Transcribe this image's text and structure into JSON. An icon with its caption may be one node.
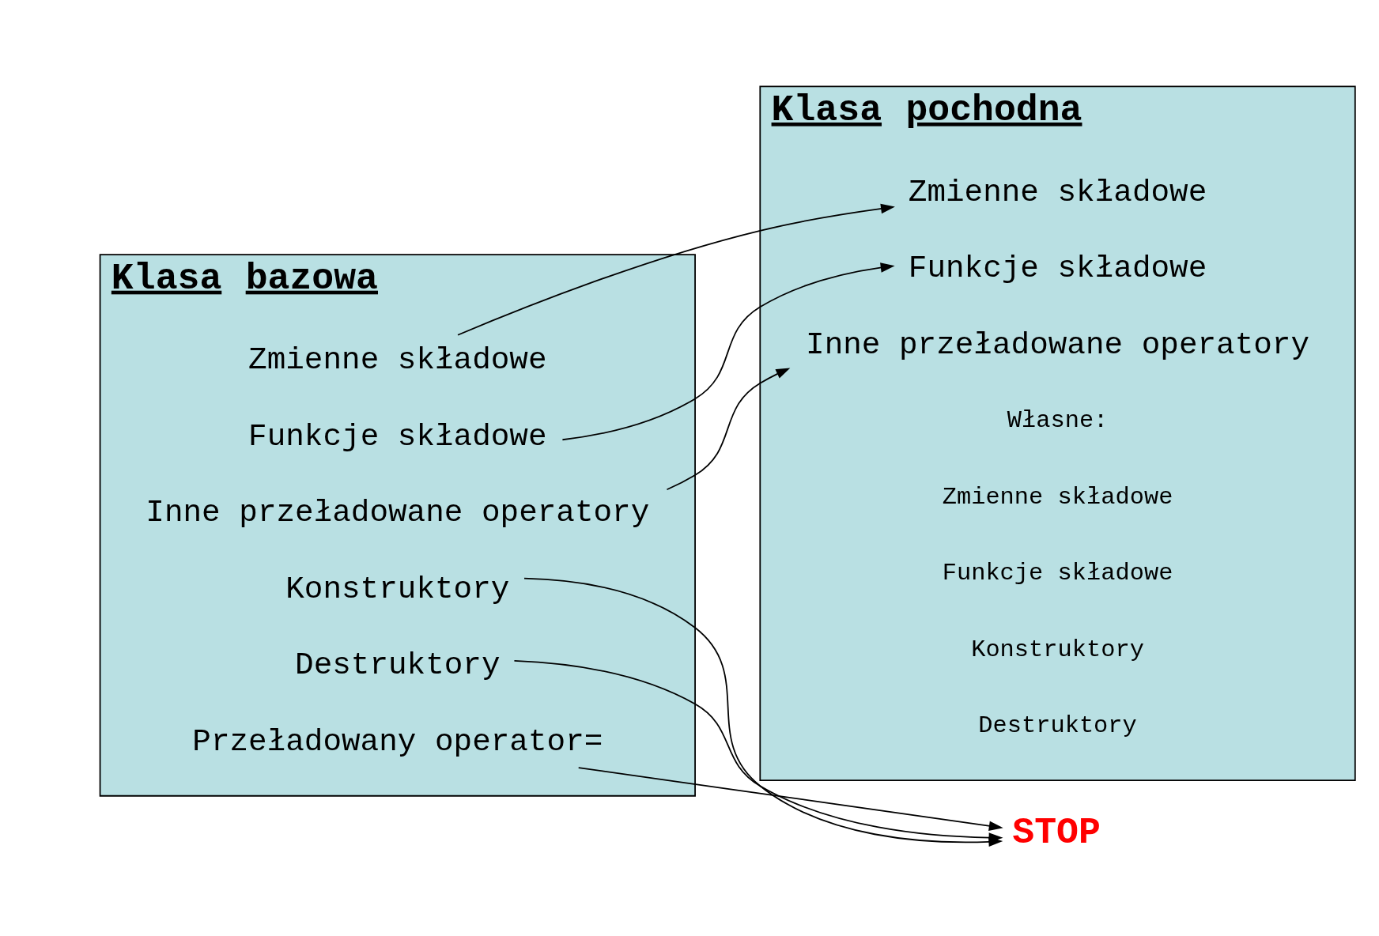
{
  "diagram": {
    "nodes": [
      {
        "text": [
          "Klasa bazowa"
        ]
      },
      {
        "text": [
          "Zmienne składowe"
        ],
        "in": 0
      },
      {
        "text": [
          "Funkcje składowe"
        ],
        "in": 0
      },
      {
        "text": [
          "Konstruktory"
        ],
        "in": 0
      },
      {
        "text": [
          "Destruktory"
        ],
        "in": 0
      },
      {
        "text": [
          "Przeładowany operator="
        ],
        "in": 0
      },
      {
        "text": [
          "Inne przeładowane operatory"
        ],
        "in": 0
      },
      {
        "text": [
          "STOP"
        ]
      },
      {
        "text": [
          "Klasa pochodna"
        ]
      },
      {
        "text": [
          "Zmienne składowe"
        ],
        "in": 8
      },
      {
        "text": [
          "Funkcje składowe"
        ],
        "in": 8
      },
      {
        "text": [
          "Inne przeładowane operatory"
        ],
        "in": 8
      }
    ],
    "edges": [
      {
        "from": 1,
        "to": 9,
        "arrow": "to"
      },
      {
        "from": 2,
        "to": 10,
        "arrow": "to"
      },
      {
        "from": 3,
        "to": 7,
        "arrow": "to"
      },
      {
        "from": 4,
        "to": 7,
        "arrow": "to"
      },
      {
        "from": 5,
        "to": 7,
        "arrow": "to"
      },
      {
        "from": 6,
        "to": 11,
        "arrow": "to"
      }
    ],
    "labels": [
      "Własne:",
      "Zmienne składowe",
      "Funkcje składowe",
      "Konstruktory",
      "Destruktory"
    ]
  }
}
